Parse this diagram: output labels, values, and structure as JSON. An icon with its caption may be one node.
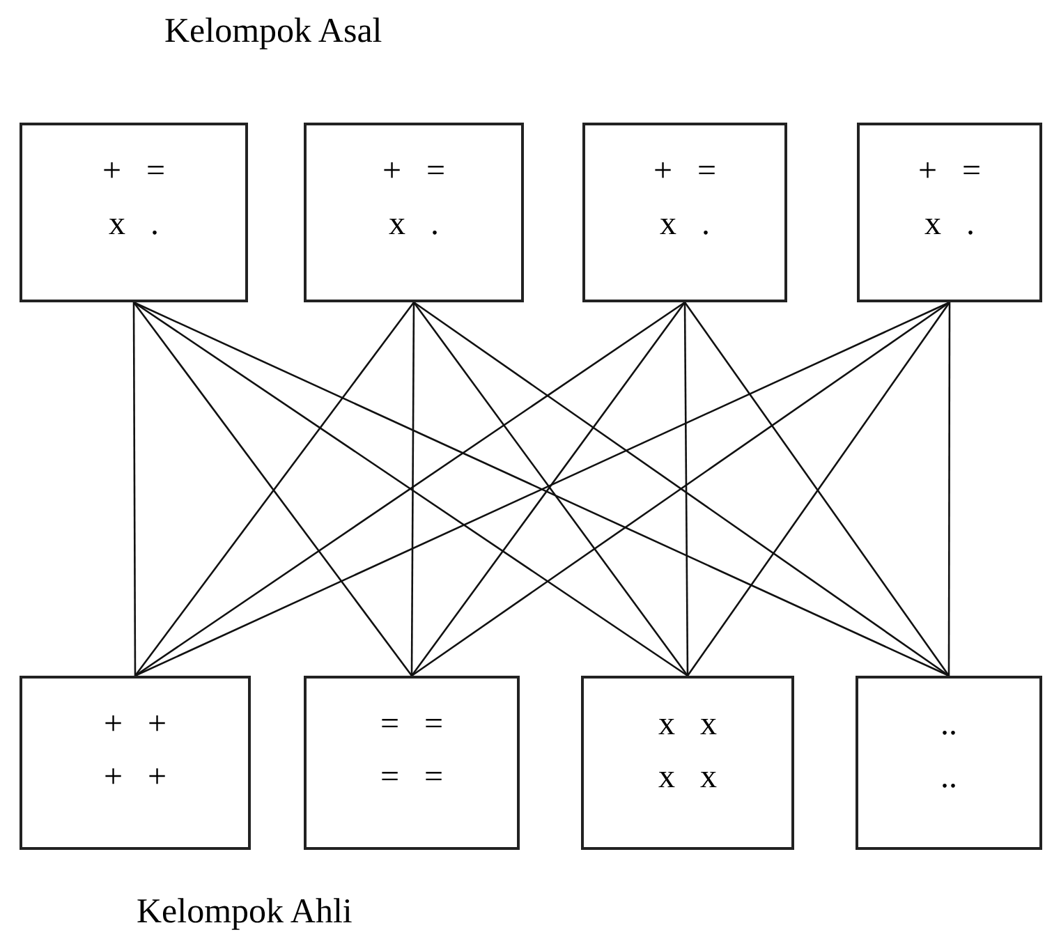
{
  "diagram": {
    "nodes": [
      {
        "text": [
          "+ =",
          "x ."
        ]
      },
      {
        "text": [
          "+ =",
          "x ."
        ]
      },
      {
        "text": [
          "+ =",
          "x ."
        ]
      },
      {
        "text": [
          "+ =",
          "x ."
        ]
      },
      {
        "text": [
          "+ +",
          "+ +"
        ]
      },
      {
        "text": [
          "= =",
          "= ="
        ]
      },
      {
        "text": [
          "x x",
          "x x"
        ]
      },
      {
        "text": [
          "..",
          ".."
        ]
      }
    ],
    "edges": [
      {
        "from": 0,
        "to": 4,
        "arrow": "none"
      },
      {
        "from": 0,
        "to": 5,
        "arrow": "none"
      },
      {
        "from": 0,
        "to": 6,
        "arrow": "none"
      },
      {
        "from": 0,
        "to": 7,
        "arrow": "none"
      },
      {
        "from": 1,
        "to": 4,
        "arrow": "none"
      },
      {
        "from": 1,
        "to": 5,
        "arrow": "none"
      },
      {
        "from": 1,
        "to": 6,
        "arrow": "none"
      },
      {
        "from": 1,
        "to": 7,
        "arrow": "none"
      },
      {
        "from": 2,
        "to": 4,
        "arrow": "none"
      },
      {
        "from": 2,
        "to": 5,
        "arrow": "none"
      },
      {
        "from": 2,
        "to": 6,
        "arrow": "none"
      },
      {
        "from": 2,
        "to": 7,
        "arrow": "none"
      },
      {
        "from": 3,
        "to": 4,
        "arrow": "none"
      },
      {
        "from": 3,
        "to": 5,
        "arrow": "none"
      },
      {
        "from": 3,
        "to": 6,
        "arrow": "none"
      },
      {
        "from": 3,
        "to": 7,
        "arrow": "none"
      }
    ],
    "labels": [
      "Kelompok Asal",
      "Kelompok Ahli"
    ]
  }
}
